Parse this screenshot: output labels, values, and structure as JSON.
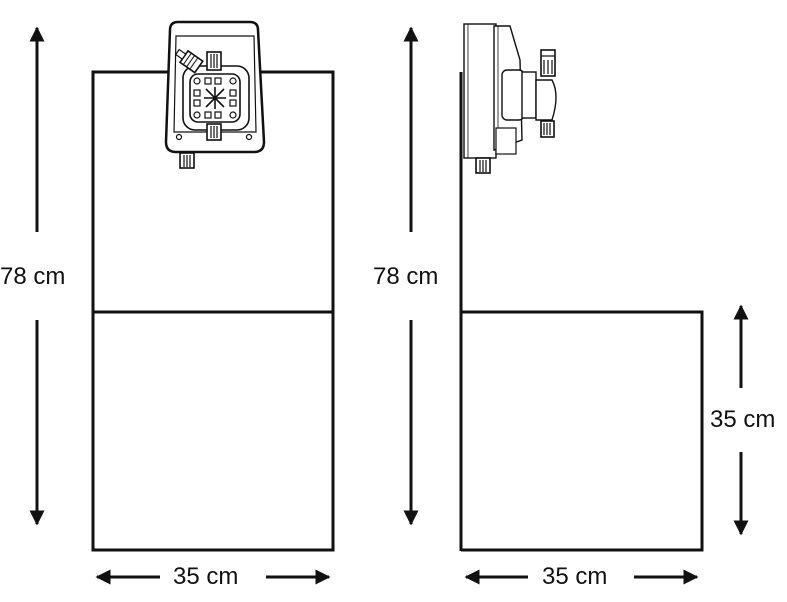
{
  "diagram": {
    "type": "installation-dimensions",
    "colors": {
      "line": "#111111",
      "background": "#ffffff",
      "device_fill": "#ffffff"
    },
    "front_view": {
      "device": "dosing-pump-front",
      "height_label": "78 cm",
      "width_label": "35 cm"
    },
    "side_view": {
      "device": "dosing-pump-side",
      "height_label": "78 cm",
      "width_label": "35 cm",
      "cabinet_height_label": "35 cm"
    }
  }
}
